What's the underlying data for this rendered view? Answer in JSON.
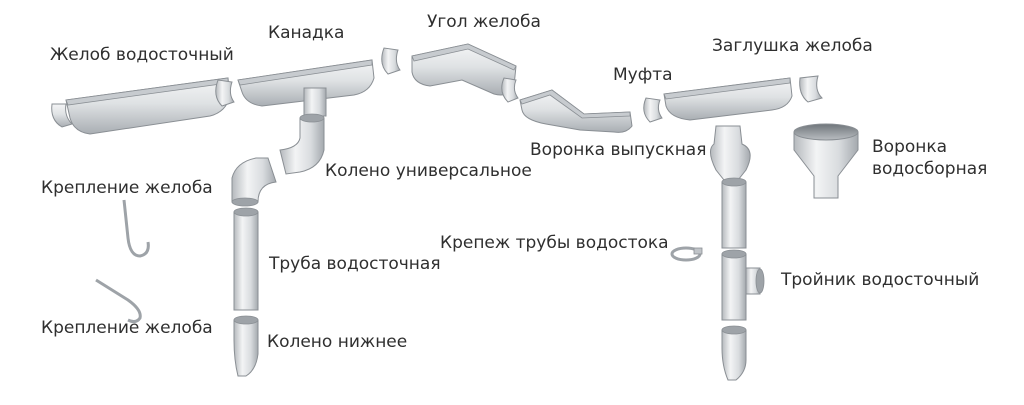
{
  "labels": {
    "gutter_water": "Желоб водосточный",
    "kanadka": "Канадка",
    "gutter_angle": "Угол желоба",
    "mufta": "Муфта",
    "gutter_cap": "Заглушка желоба",
    "outlet_funnel": "Воронка выпускная",
    "collector_funnel_line1": "Воронка",
    "collector_funnel_line2": "водосборная",
    "universal_elbow": "Колено универсальное",
    "gutter_bracket_top": "Крепление желоба",
    "pipe_clamp": "Крепеж трубы водостока",
    "down_pipe": "Труба водосточная",
    "tee": "Тройник водосточный",
    "gutter_bracket_bottom": "Крепление желоба",
    "lower_elbow": "Колено нижнее"
  },
  "colors": {
    "metal_light": "#f2f3f4",
    "metal_mid": "#d4d7da",
    "metal_dark": "#9ea3a8",
    "outline": "#8a8f94",
    "text": "#2f2f2f"
  }
}
